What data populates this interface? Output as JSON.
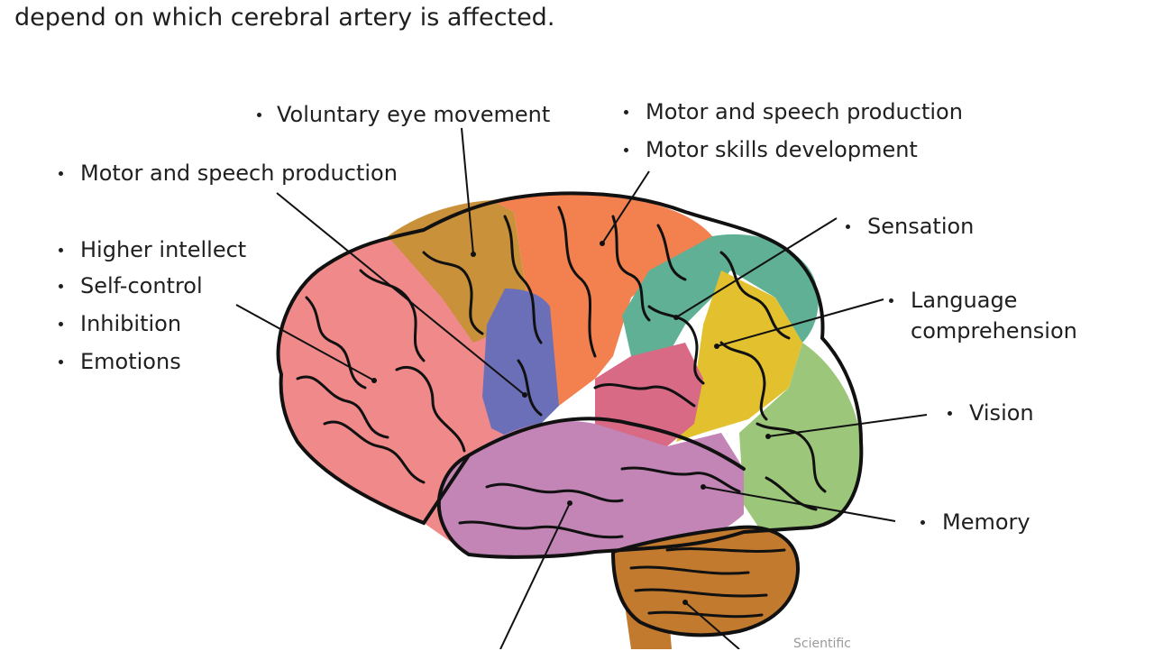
{
  "intro_text": "depend on which cerebral artery is affected.",
  "labels": {
    "voluntary_eye_movement": "Voluntary eye movement",
    "motor_speech_right": "Motor and speech production",
    "motor_skills": "Motor skills development",
    "motor_speech_left": "Motor and speech production",
    "sensation": "Sensation",
    "higher_intellect": "Higher intellect",
    "self_control": "Self-control",
    "inhibition": "Inhibition",
    "emotions": "Emotions",
    "language_line1": "Language",
    "language_line2": "comprehension",
    "vision": "Vision",
    "memory": "Memory"
  },
  "watermark": "Scientific",
  "colors": {
    "frontal": "#f08a8a",
    "premotor": "#c8913a",
    "motor": "#f2814f",
    "broca": "#6b6fb8",
    "sensory": "#5fb094",
    "wernicke": "#e3c12e",
    "occipital": "#9cc77a",
    "temporal": "#c285b5",
    "insula": "#d96a86",
    "cerebellum": "#c27a2e",
    "outline": "#111111"
  }
}
